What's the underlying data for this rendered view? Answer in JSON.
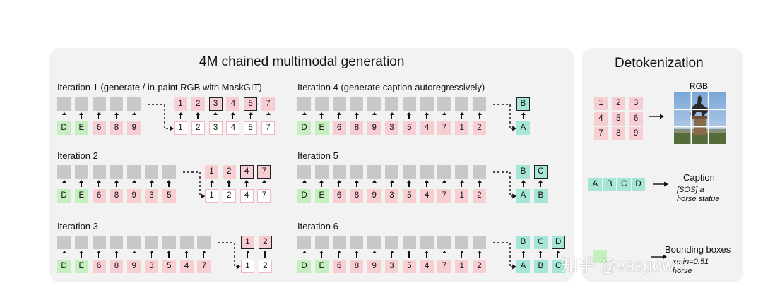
{
  "main_title": "4M chained multimodal generation",
  "detok_title": "Detokenization",
  "iterations": {
    "it1": {
      "title": "Iteration 1 (generate / in-paint RGB with MaskGIT)",
      "inputs": [
        "D",
        "E",
        "6",
        "8",
        "9"
      ],
      "out_top": [
        "1",
        "2",
        "3",
        "4",
        "5",
        "7"
      ],
      "out_bottom": [
        "1",
        "2",
        "3",
        "4",
        "5",
        "7"
      ]
    },
    "it2": {
      "title": "Iteration 2",
      "inputs": [
        "D",
        "E",
        "6",
        "8",
        "9",
        "3",
        "5"
      ],
      "out_top": [
        "1",
        "2",
        "4",
        "7"
      ],
      "out_bottom": [
        "1",
        "2",
        "4",
        "7"
      ]
    },
    "it3": {
      "title": "Iteration 3",
      "inputs": [
        "D",
        "E",
        "6",
        "8",
        "9",
        "3",
        "5",
        "4",
        "7"
      ],
      "out_top": [
        "1",
        "2"
      ],
      "out_bottom": [
        "1",
        "2"
      ]
    },
    "it4": {
      "title": "Iteration 4 (generate caption autoregressively)",
      "inputs": [
        "D",
        "E",
        "6",
        "8",
        "9",
        "3",
        "5",
        "4",
        "7",
        "1",
        "2"
      ],
      "out_top": [
        "B"
      ],
      "out_bottom": [
        "A"
      ]
    },
    "it5": {
      "title": "Iteration 5",
      "inputs": [
        "D",
        "E",
        "6",
        "8",
        "9",
        "3",
        "5",
        "4",
        "7",
        "1",
        "2"
      ],
      "out_top": [
        "B",
        "C"
      ],
      "out_bottom": [
        "A",
        "B"
      ]
    },
    "it6": {
      "title": "Iteration 6",
      "inputs": [
        "D",
        "E",
        "6",
        "8",
        "9",
        "3",
        "5",
        "4",
        "7",
        "1",
        "2"
      ],
      "out_top": [
        "B",
        "C",
        "D"
      ],
      "out_bottom": [
        "A",
        "B",
        "C"
      ]
    }
  },
  "detok": {
    "rgb_grid": [
      "1",
      "2",
      "3",
      "4",
      "5",
      "6",
      "7",
      "8",
      "9"
    ],
    "rgb_label": "RGB",
    "caption_tokens": [
      "A",
      "B",
      "C",
      "D"
    ],
    "caption_label": "Caption",
    "caption_text_1": "[SOS] a",
    "caption_text_2": "horse statue",
    "bbox_label": "Bounding boxes",
    "bbox_text_1": "xmin=0.51",
    "bbox_text_2": "horse"
  },
  "watermark": "知乎 @vasgowei",
  "colors": {
    "gray": "#c8c8c8",
    "pink": "#f7cfd3",
    "green": "#c5efbf",
    "teal": "#a6e6d8",
    "panel": "#f2f2f2"
  }
}
